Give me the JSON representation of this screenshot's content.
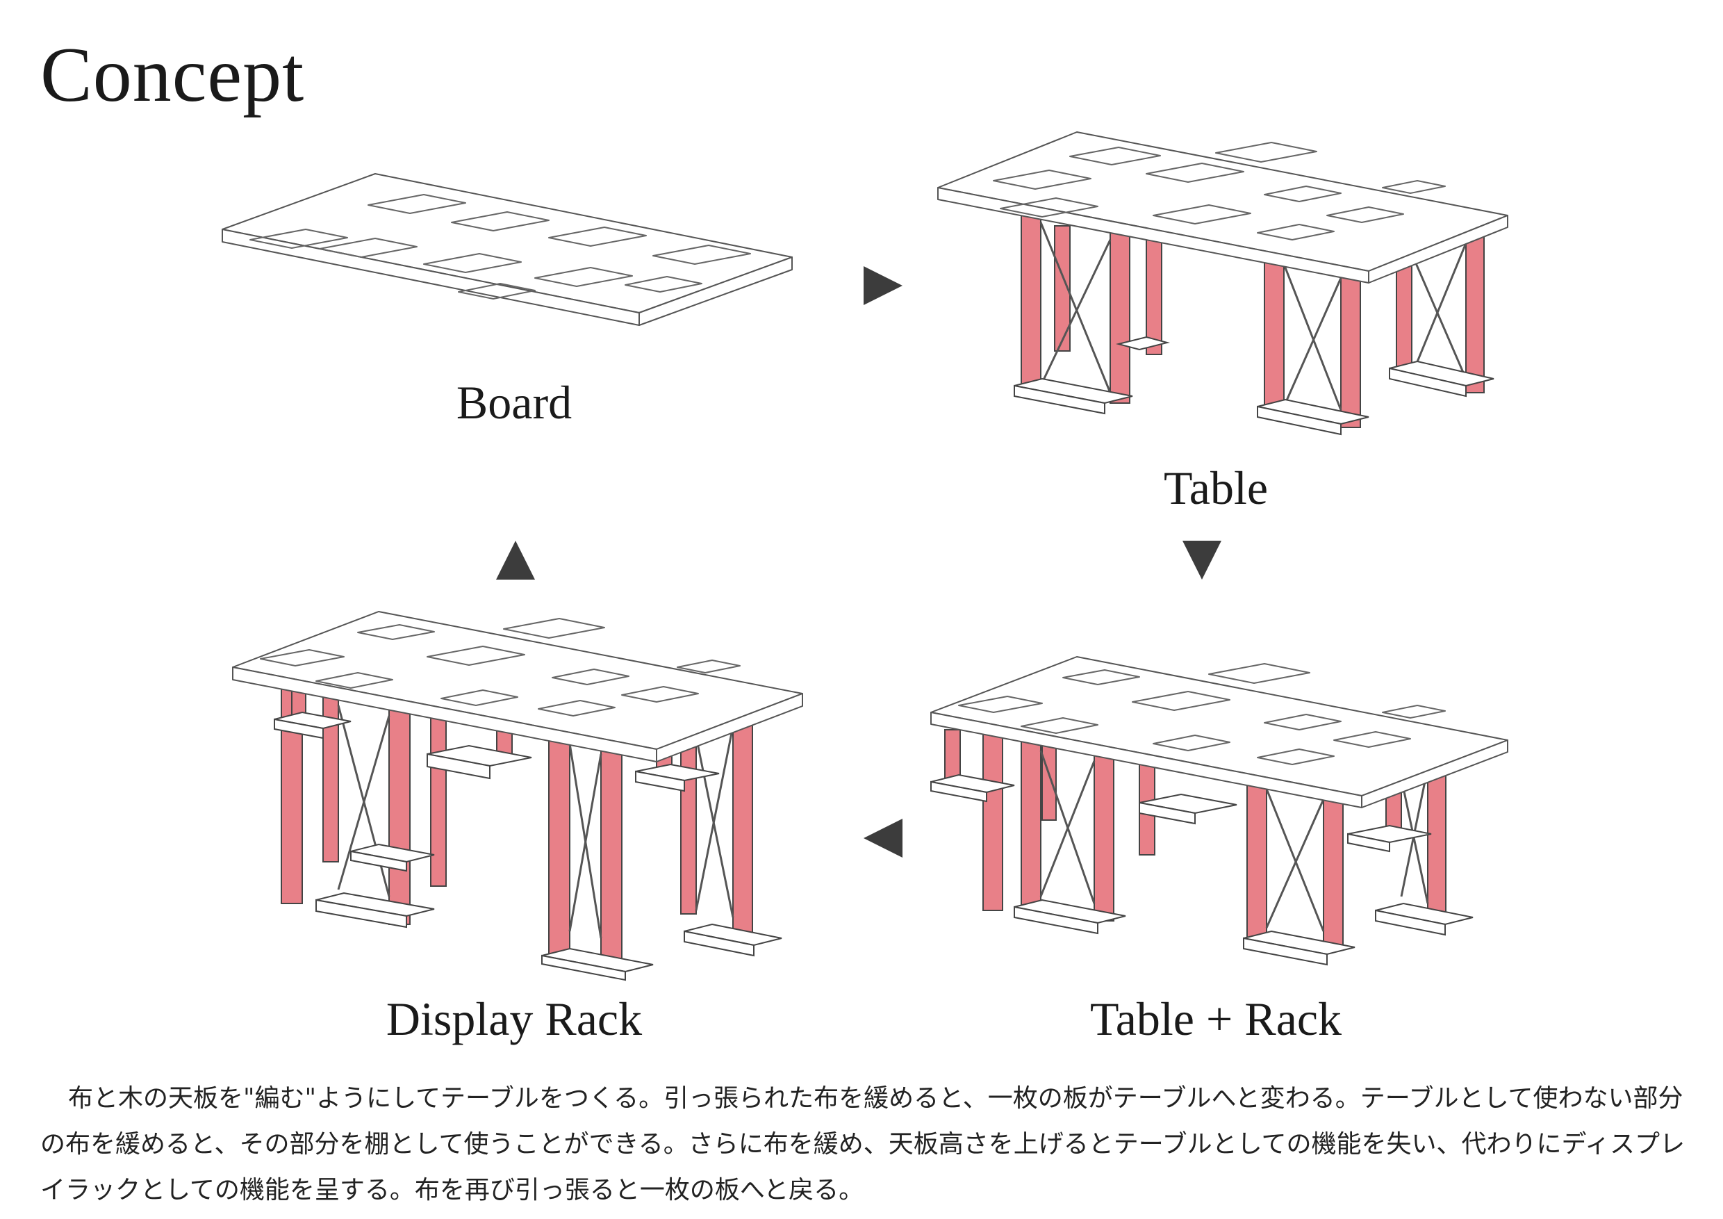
{
  "title": "Concept",
  "stages": {
    "board": {
      "label": "Board"
    },
    "table": {
      "label": "Table"
    },
    "table_rack": {
      "label": "Table + Rack"
    },
    "display_rack": {
      "label": "Display Rack"
    }
  },
  "arrows": {
    "board_to_table": "arrow-right-icon",
    "table_to_table_rack": "arrow-down-icon",
    "table_rack_to_display_rack": "arrow-left-icon",
    "display_rack_to_board": "arrow-up-icon"
  },
  "colors": {
    "fabric": "#e88088",
    "line": "#555555",
    "arrow": "#3c3c3c"
  },
  "description": "布と木の天板を\"編む\"ようにしてテーブルをつくる。引っ張られた布を緩めると、一枚の板がテーブルへと変わる。テーブルとして使わない部分の布を緩めると、その部分を棚として使うことができる。さらに布を緩め、天板高さを上げるとテーブルとしての機能を失い、代わりにディスプレイラックとしての機能を呈する。布を再び引っ張ると一枚の板へと戻る。"
}
